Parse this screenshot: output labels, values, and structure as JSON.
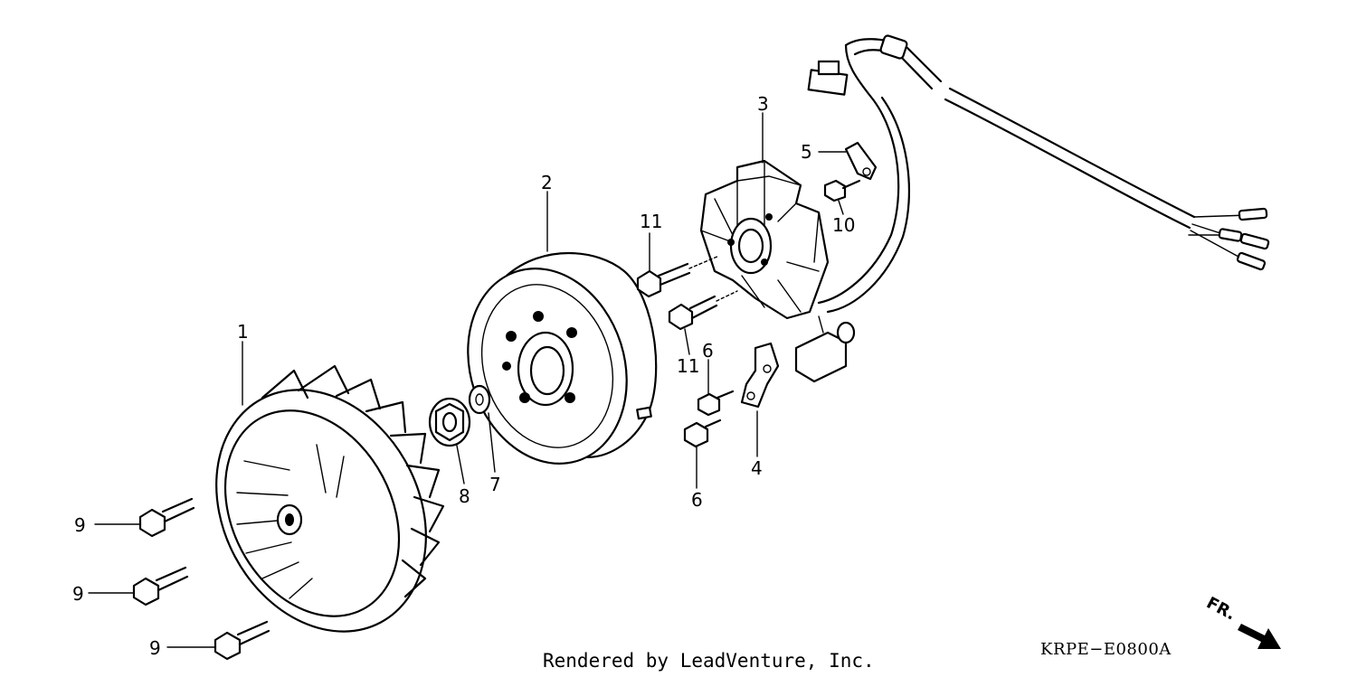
{
  "diagram": {
    "credit": "Rendered by LeadVenture, Inc.",
    "drawing_code": "KRPE−E0800A",
    "direction_label": "FR.",
    "callouts": {
      "p1": "1",
      "p2": "2",
      "p3": "3",
      "p4": "4",
      "p5": "5",
      "p6a": "6",
      "p6b": "6",
      "p7": "7",
      "p8": "8",
      "p9a": "9",
      "p9b": "9",
      "p9c": "9",
      "p10": "10",
      "p11a": "11",
      "p11b": "11"
    }
  }
}
